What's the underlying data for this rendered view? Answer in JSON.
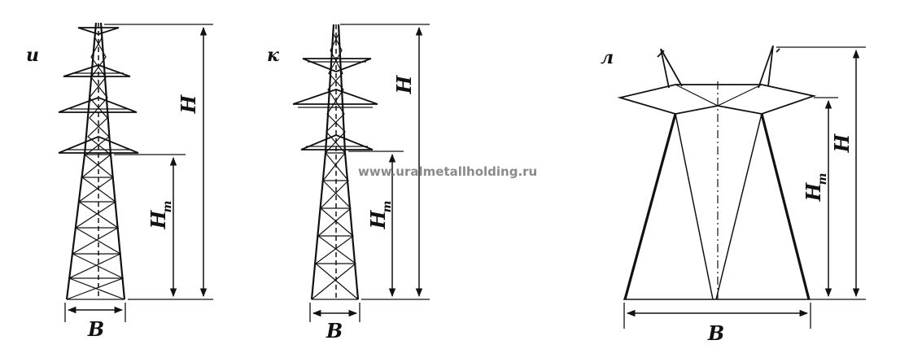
{
  "watermark": "www.uralmetallholding.ru",
  "figures": [
    {
      "id": "i",
      "panel_label": "и",
      "height_label": "H",
      "traverse_height_label": "H",
      "traverse_height_subscript": "т",
      "base_label": "B"
    },
    {
      "id": "k",
      "panel_label": "к",
      "height_label": "H",
      "traverse_height_label": "H",
      "traverse_height_subscript": "т",
      "base_label": "B"
    },
    {
      "id": "l",
      "panel_label": "л",
      "height_label": "H",
      "traverse_height_label": "H",
      "traverse_height_subscript": "т",
      "base_label": "B"
    }
  ],
  "colors": {
    "line": "#111111",
    "watermark": "#8a8a8a",
    "background": "#ffffff"
  }
}
